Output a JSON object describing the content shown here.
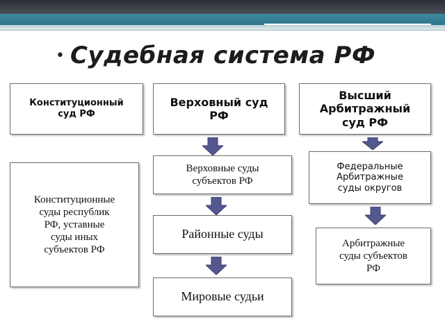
{
  "header": {
    "bullet": "•",
    "title": "Судебная система РФ"
  },
  "boxes": {
    "constitutional_court": "Конституционный\nсуд РФ",
    "supreme_court": "Верховный суд\nРФ",
    "supreme_arbitration_court": "Высший\nАрбитражный\nсуд РФ",
    "regional_supreme_courts": "Верховные суды\nсубъектов РФ",
    "federal_arbitration_courts": "Федеральные\nАрбитражные\nсуды округов",
    "constitutional_courts_republics": "Конституционные\nсуды республик\nРФ, уставные\nсуды иных\nсубъектов РФ",
    "district_courts": "Районные суды",
    "arbitration_courts_subjects": "Арбитражные\nсуды субъектов\nРФ",
    "magistrate_judges": "Мировые судьи"
  },
  "colors": {
    "arrow_fill": "#55588f",
    "box_border": "#6b6b6b",
    "header_dark": "#2a2e34",
    "header_teal": "#3c8aa0"
  }
}
